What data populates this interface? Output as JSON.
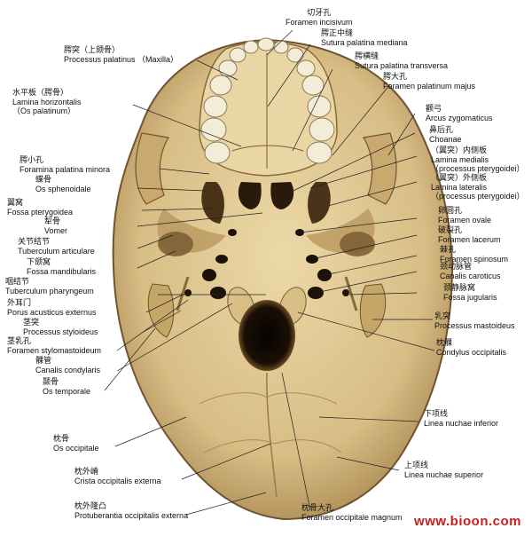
{
  "labels": {
    "foramen_incisivum": {
      "zh": "切牙孔",
      "la": "Foramen incisivum"
    },
    "sutura_palatina_mediana": {
      "zh": "腭正中缝",
      "la": "Sutura palatina mediana"
    },
    "sutura_palatina_transversa": {
      "zh": "腭横缝",
      "la": "Sutura palatina transversa"
    },
    "foramen_palatinum_majus": {
      "zh": "腭大孔",
      "la": "Foramen palatinum majus"
    },
    "processus_palatinus": {
      "zh": "腭突（上颌骨）",
      "la": "Processus palatinus （Maxilla）"
    },
    "lamina_horizontalis": {
      "zh": "水平板（腭骨）",
      "la1": "Lamina horizontalis",
      "la2": "（Os palatinum）"
    },
    "arcus_zygomaticus": {
      "zh": "颧弓",
      "la": "Arcus zygomaticus"
    },
    "choanae": {
      "zh": "鼻后孔",
      "la": "Choanae"
    },
    "lamina_medialis": {
      "zh": "（翼突）内侧板",
      "la1": "Lamina medialis",
      "la2": "（processus pterygoidei）"
    },
    "lamina_lateralis": {
      "zh": "（翼突）外侧板",
      "la1": "Lamina lateralis",
      "la2": "（processus pterygoidei）"
    },
    "foramina_palatina_minora": {
      "zh": "腭小孔",
      "la": "Foramina palatina minora"
    },
    "os_sphenoidale": {
      "zh": "蝶骨",
      "la": "Os sphenoidale"
    },
    "fossa_pterygoidea": {
      "zh": "翼窝",
      "la": "Fossa pterygoidea"
    },
    "vomer": {
      "zh": "犁骨",
      "la": "Vomer"
    },
    "foramen_ovale": {
      "zh": "卵圆孔",
      "la": "Foramen ovale"
    },
    "foramen_lacerum": {
      "zh": "破裂孔",
      "la": "Foramen lacerum"
    },
    "tuberculum_articulare": {
      "zh": "关节结节",
      "la": "Tuberculum articulare"
    },
    "fossa_mandibularis": {
      "zh": "下颌窝",
      "la": "Fossa mandibularis"
    },
    "foramen_spinosum": {
      "zh": "棘孔",
      "la": "Foramen spinosum"
    },
    "canalis_caroticus": {
      "zh": "颈动脉管",
      "la": "Canalis caroticus"
    },
    "tuberculum_pharyngeum": {
      "zh": "咽结节",
      "la": "Tuberculum pharyngeum"
    },
    "fossa_jugularis": {
      "zh": "颈静脉窝",
      "la": "Fossa jugularis"
    },
    "porus_acusticus_externus": {
      "zh": "外耳门",
      "la": "Porus acusticus externus"
    },
    "processus_styloideus": {
      "zh": "茎突",
      "la": "Processus styloideus"
    },
    "processus_mastoideus": {
      "zh": "乳突",
      "la": "Processus mastoideus"
    },
    "foramen_stylomastoideum": {
      "zh": "茎乳孔",
      "la": "Foramen stylomastoideum"
    },
    "canalis_condylaris": {
      "zh": "髁管",
      "la": "Canalis condylaris"
    },
    "condylus_occipitalis": {
      "zh": "枕髁",
      "la": "Condylus occipitalis"
    },
    "os_temporale": {
      "zh": "颞骨",
      "la": "Os temporale"
    },
    "linea_nuchae_inferior": {
      "zh": "下项线",
      "la": "Linea nuchae inferior"
    },
    "os_occipitale": {
      "zh": "枕骨",
      "la": "Os occipitale"
    },
    "linea_nuchae_superior": {
      "zh": "上项线",
      "la": "Linea nuchae superior"
    },
    "crista_occipitalis_externa": {
      "zh": "枕外嵴",
      "la": "Crista occipitalis externa"
    },
    "protuberantia_occipitalis_externa": {
      "zh": "枕外隆凸",
      "la": "Protuberantia occipitalis externa"
    },
    "foramen_occipitale_magnum": {
      "zh": "枕骨大孔",
      "la": "Foramen occipitale magnum"
    }
  },
  "watermark": "www.bioon.com",
  "colors": {
    "bone": "#e2cc98",
    "bone_shadow": "#9a7a45",
    "bone_dark": "#3b2a16",
    "teeth": "#f3ecd8",
    "watermark": "#c81e1e",
    "leader": "#222222"
  }
}
